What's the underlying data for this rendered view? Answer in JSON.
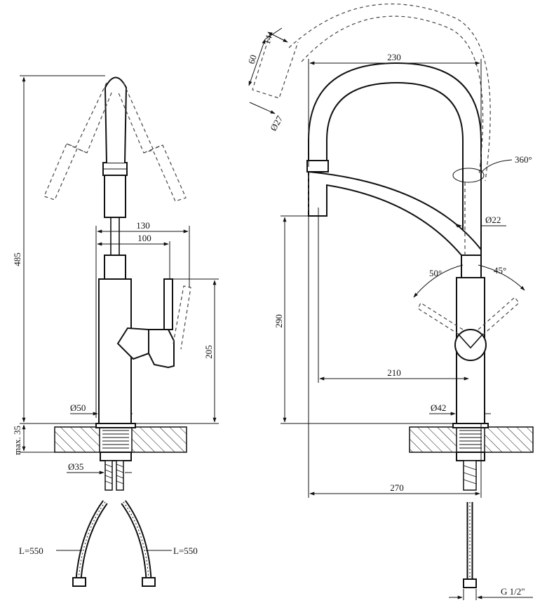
{
  "side_view": {
    "dims": {
      "height_total": "485",
      "spout_reach": "130",
      "handle_reach": "100",
      "handle_height": "205",
      "body_diameter": "Ø50",
      "thread_diameter": "Ø35",
      "counter_thickness": "max. 35",
      "hose_left": "L=550",
      "hose_right": "L=550"
    }
  },
  "front_view": {
    "dims": {
      "spout_width": "230",
      "spray_length": "60",
      "spray_tip": "14",
      "spray_diameter": "Ø27",
      "rotation": "360°",
      "spout_diameter": "Ø22",
      "handle_left_angle": "50°",
      "handle_right_angle": "45°",
      "spout_height": "290",
      "spout_reach": "210",
      "body_diameter": "Ø42",
      "total_reach": "270",
      "connection": "G 1/2\""
    }
  }
}
